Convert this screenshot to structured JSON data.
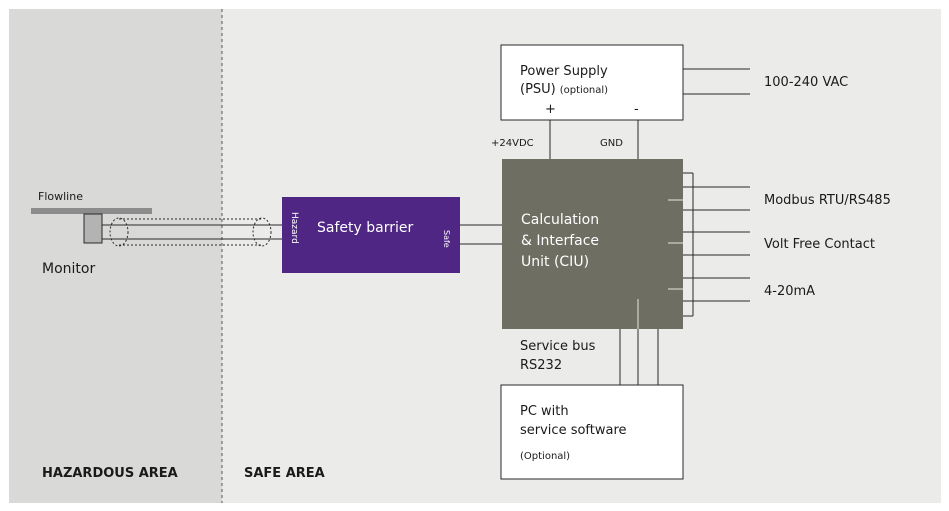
{
  "areas": {
    "hazardous_label": "HAZARDOUS AREA",
    "safe_label": "SAFE AREA"
  },
  "flowline": {
    "label": "Flowline"
  },
  "monitor": {
    "label": "Monitor"
  },
  "safety_barrier": {
    "title": "Safety barrier",
    "hazard_side": "Hazard",
    "safe_side": "Safe"
  },
  "psu": {
    "line1": "Power Supply",
    "line2": "(PSU)",
    "line2_suffix": "(optional)",
    "plus": "+",
    "minus": "-",
    "input": "100-240 VAC"
  },
  "power_wires": {
    "positive": "+24VDC",
    "ground": "GND"
  },
  "ciu": {
    "line1": "Calculation",
    "line2": "& Interface",
    "line3": "Unit (CIU)"
  },
  "outputs": [
    {
      "label": "Modbus RTU/RS485"
    },
    {
      "label": "Volt Free Contact"
    },
    {
      "label": "4-20mA"
    }
  ],
  "service_bus": {
    "line1": "Service bus",
    "line2": "RS232"
  },
  "pc": {
    "line1": "PC with",
    "line2": "service software",
    "line3": "(Optional)"
  },
  "colors": {
    "background": "#ebebea",
    "hazard_zone": "#d9d9d8",
    "barrier": "#4f2683",
    "ciu": "#6e6e62",
    "lines": "#2a2a2a",
    "flowline_bar": "#8c8c8c"
  }
}
